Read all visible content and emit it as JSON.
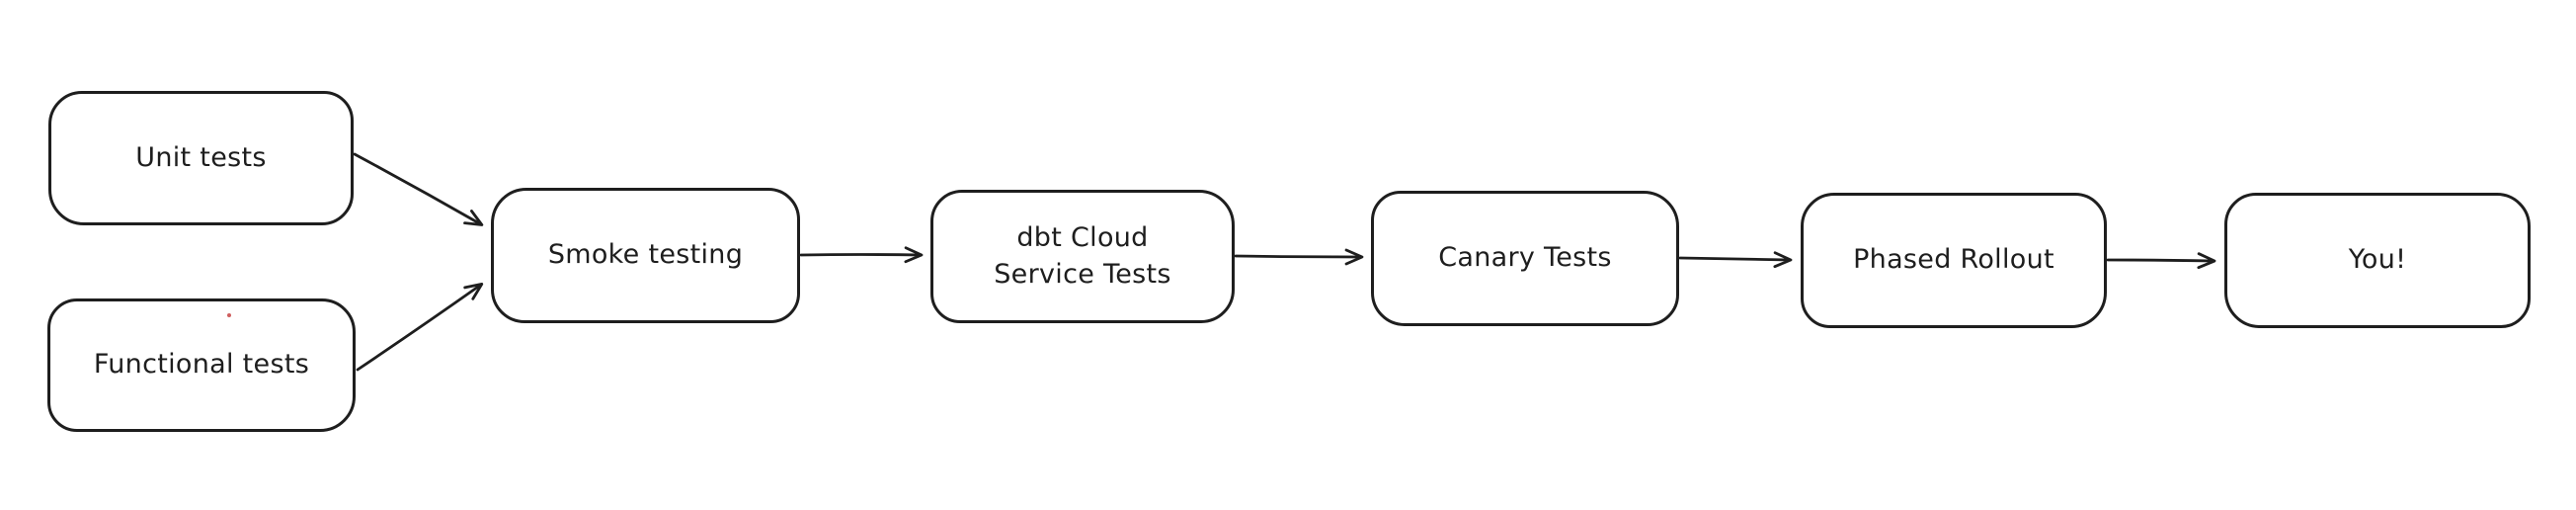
{
  "diagram": {
    "type": "flowchart",
    "style": {
      "stroke_color": "#1e1e1e",
      "node_fill": "#ffffff",
      "background": "#ffffff"
    },
    "nodes": {
      "unit_tests": {
        "label": "Unit tests"
      },
      "functional_tests": {
        "label": "Functional tests"
      },
      "smoke_testing": {
        "label": "Smoke testing"
      },
      "dbt_cloud_service_tests": {
        "label": "dbt Cloud\nService Tests"
      },
      "canary_tests": {
        "label": "Canary Tests"
      },
      "phased_rollout": {
        "label": "Phased Rollout"
      },
      "you": {
        "label": "You!"
      }
    },
    "edges": [
      {
        "from": "unit_tests",
        "to": "smoke_testing"
      },
      {
        "from": "functional_tests",
        "to": "smoke_testing"
      },
      {
        "from": "smoke_testing",
        "to": "dbt_cloud_service_tests"
      },
      {
        "from": "dbt_cloud_service_tests",
        "to": "canary_tests"
      },
      {
        "from": "canary_tests",
        "to": "phased_rollout"
      },
      {
        "from": "phased_rollout",
        "to": "you"
      }
    ]
  }
}
